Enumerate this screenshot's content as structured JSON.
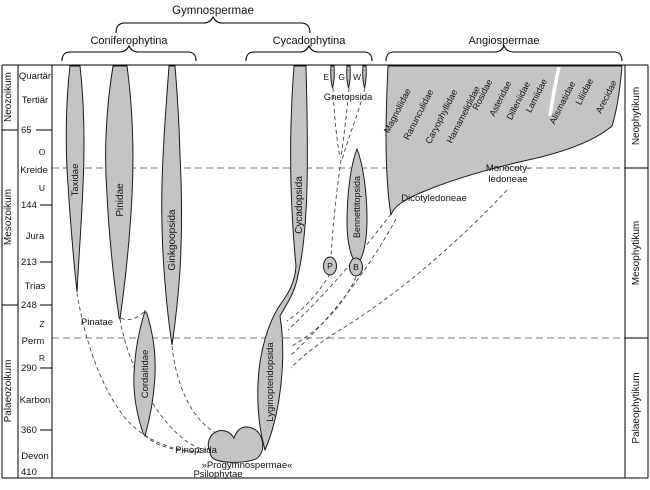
{
  "colors": {
    "spindle_fill": "#c4c4c4",
    "outline": "#1a1a1a",
    "dash": "#444444",
    "boundary_dash": "#777777"
  },
  "headers": {
    "gymnospermae": "Gymnospermae",
    "coniferophytina": "Coniferophytina",
    "cycadophytina": "Cycadophytina",
    "angiospermae": "Angiospermae"
  },
  "axes": {
    "left": {
      "eras": [
        "Neozoikum",
        "Mesozoikum",
        "Palaeozoikum"
      ],
      "periods": [
        "Quartär",
        "Tertiär",
        "Kreide",
        "Jura",
        "Trias",
        "Perm",
        "Karbon",
        "Devon"
      ],
      "subdivisions": {
        "kreide_o": "O",
        "kreide_u": "U",
        "perm_z": "Z",
        "perm_r": "R"
      },
      "ages_ma": [
        "65",
        "144",
        "213",
        "248",
        "290",
        "360",
        "410"
      ]
    },
    "right": {
      "phases": [
        "Neophytikum",
        "Mesophytikum",
        "Palaeophytikum"
      ]
    }
  },
  "taxa": {
    "taxidae": "Taxidae",
    "pinidae": "Pinidae",
    "ginkgoopsida": "Ginkgoopsida",
    "cordaitidae": "Cordaitidae",
    "cycadopsida": "Cycadopsida",
    "bennettitopsida": "Bennettitopsida",
    "lyginopteridopsida": "Lyginopteridopsida",
    "gnetopsida": "Gnetopsida",
    "gnetopsida_members": [
      "E",
      "G",
      "W"
    ],
    "pollen_p": "P",
    "pollen_b": "B",
    "pinatae": "Pinatae",
    "pinopsida": "Pinopsida",
    "progymnospermae": "»Progymnospermae«",
    "psilophytae": "Psilophytae"
  },
  "angiosperms": {
    "dicots_label": "Dicotyledoneae",
    "monocots_label_line1": "Monocoty-",
    "monocots_label_line2": "ledoneae",
    "families": [
      "Magnoliidae",
      "Ranunculidae",
      "Caryophyllidae",
      "Hamamelididae",
      "Rosidae",
      "Asteridae",
      "Dilleniidae",
      "Lamiidae",
      "Alismatidae",
      "Liliidae",
      "Arecidae"
    ]
  }
}
